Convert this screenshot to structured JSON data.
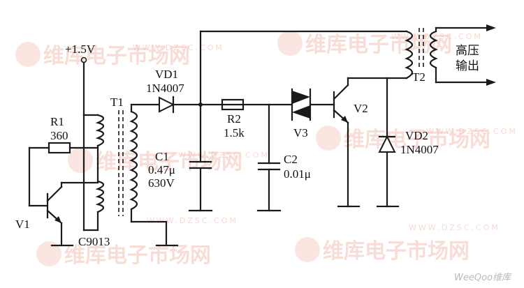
{
  "watermark": {
    "brand": "维库电子市场网",
    "url": "WWW.DZSC.COM",
    "corner": "WeeQoo维库"
  },
  "labels": {
    "supply": "+1.5V",
    "r1_name": "R1",
    "r1_value": "360",
    "t1_name": "T1",
    "v1_name": "V1",
    "v1_part": "C9013",
    "vd1_name": "VD1",
    "vd1_part": "1N4007",
    "c1_name": "C1",
    "c1_value": "0.47μ",
    "c1_voltage": "630V",
    "r2_name": "R2",
    "r2_value": "1.5k",
    "c2_name": "C2",
    "c2_value": "0.01μ",
    "v3_name": "V3",
    "v2_name": "V2",
    "vd2_name": "VD2",
    "vd2_part": "1N4007",
    "t2_name": "T2",
    "out_line1": "高压",
    "out_line2": "输出"
  }
}
